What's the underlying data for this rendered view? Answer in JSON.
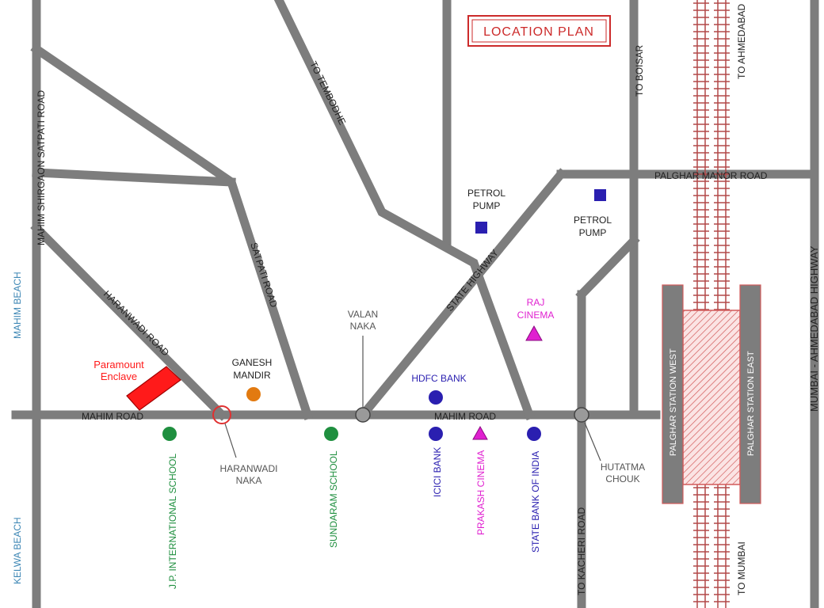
{
  "title": "LOCATION PLAN",
  "project": {
    "name_line1": "Paramount",
    "name_line2": "Enclave"
  },
  "roads": {
    "mahim_road_left": "MAHIM ROAD",
    "mahim_road_right": "MAHIM ROAD",
    "mahim_shirgaon": "MAHIM SHIRGAON SATPATI ROAD",
    "to_tembodhe": "TO TEMBODHE",
    "to_boisar": "TO BOISAR",
    "palghar_manor": "PALGHAR MANOR ROAD",
    "satpati_road": "SATPATI ROAD",
    "haranwadi_road": "HARANWADI ROAD",
    "state_highway": "STATE HIGHWAY",
    "to_kacheri": "TO KACHERI ROAD",
    "to_ahmedabad": "TO AHMEDABAD",
    "to_mumbai": "TO MUMBAI",
    "highway": "MUMBAI - AHMEDABAD HIGHWAY"
  },
  "areas": {
    "mahim_beach": "MAHIM BEACH",
    "kelwa_beach": "KELWA BEACH"
  },
  "nakas": {
    "valan_line1": "VALAN",
    "valan_line2": "NAKA",
    "haranwadi_line1": "HARANWADI",
    "haranwadi_line2": "NAKA",
    "hutatma_line1": "HUTATMA",
    "hutatma_line2": "CHOUK"
  },
  "stations": {
    "west": "PALGHAR STATION WEST",
    "east": "PALGHAR STATION EAST"
  },
  "landmarks": {
    "ganesh_line1": "GANESH",
    "ganesh_line2": "MANDIR",
    "petrol1_line1": "PETROL",
    "petrol1_line2": "PUMP",
    "petrol2_line1": "PETROL",
    "petrol2_line2": "PUMP",
    "raj_line1": "RAJ",
    "raj_line2": "CINEMA",
    "hdfc": "HDFC BANK",
    "jp_school": "J.P. INTERNATIONAL SCHOOL",
    "sundaram": "SUNDARAM SCHOOL",
    "icici": "ICICI BANK",
    "prakash": "PRAKASH CINEMA",
    "sbi": "STATE BANK OF INDIA"
  },
  "colors": {
    "road": "#7d7d7d",
    "title": "#cc2a2a",
    "project": "#ff1a1a",
    "school": "#1f8f3f",
    "bank": "#2a1fb0",
    "cinema": "#e020d0",
    "temple": "#e27a10",
    "water": "#3c86b4",
    "rail": "#b24848"
  },
  "icons": {
    "school": "green-circle-icon",
    "bank": "blue-circle-icon",
    "cinema": "magenta-triangle-icon",
    "petrol_pump": "blue-square-icon",
    "temple": "orange-circle-icon",
    "junction": "grey-ring-icon"
  }
}
